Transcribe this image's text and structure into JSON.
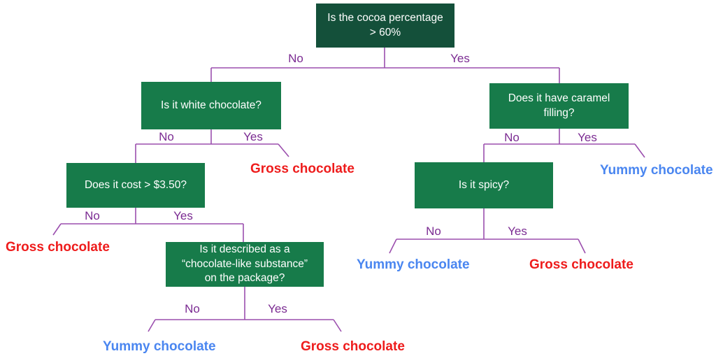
{
  "diagram_type": "decision-tree",
  "colors": {
    "background": "#ffffff",
    "node_fill_root": "#14503a",
    "node_fill": "#177b4a",
    "node_text": "#ffffff",
    "line": "#9b4fae",
    "branch_label": "#7b2b92",
    "leaf_yummy": "#4a86f0",
    "leaf_gross": "#ee1c1c"
  },
  "nodes": [
    {
      "id": "cocoa",
      "label": "Is the cocoa percentage\n> 60%"
    },
    {
      "id": "white",
      "label": "Is it white chocolate?"
    },
    {
      "id": "cost",
      "label": "Does it cost > $3.50?"
    },
    {
      "id": "describe",
      "label": "Is it described as a\n“chocolate-like substance”\non the package?"
    },
    {
      "id": "caramel",
      "label": "Does it have caramel\nfilling?"
    },
    {
      "id": "spicy",
      "label": "Is it spicy?"
    }
  ],
  "branch_labels": [
    "No",
    "Yes",
    "No",
    "Yes",
    "No",
    "Yes",
    "No",
    "Yes",
    "No",
    "Yes",
    "No",
    "Yes"
  ],
  "leaves": [
    {
      "label": "Gross chocolate",
      "type": "gross"
    },
    {
      "label": "Gross chocolate",
      "type": "gross"
    },
    {
      "label": "Yummy chocolate",
      "type": "yummy"
    },
    {
      "label": "Gross chocolate",
      "type": "gross"
    },
    {
      "label": "Yummy chocolate",
      "type": "yummy"
    },
    {
      "label": "Gross chocolate",
      "type": "gross"
    },
    {
      "label": "Yummy chocolate",
      "type": "yummy"
    }
  ],
  "edges": [
    {
      "from": "Is the cocoa percentage > 60%",
      "answer": "No",
      "to": "Is it white chocolate?"
    },
    {
      "from": "Is the cocoa percentage > 60%",
      "answer": "Yes",
      "to": "Does it have caramel filling?"
    },
    {
      "from": "Is it white chocolate?",
      "answer": "No",
      "to": "Does it cost > $3.50?"
    },
    {
      "from": "Is it white chocolate?",
      "answer": "Yes",
      "to": "Gross chocolate"
    },
    {
      "from": "Does it cost > $3.50?",
      "answer": "No",
      "to": "Gross chocolate"
    },
    {
      "from": "Does it cost > $3.50?",
      "answer": "Yes",
      "to": "Is it described as a “chocolate-like substance” on the package?"
    },
    {
      "from": "Is it described as a “chocolate-like substance” on the package?",
      "answer": "No",
      "to": "Yummy chocolate"
    },
    {
      "from": "Is it described as a “chocolate-like substance” on the package?",
      "answer": "Yes",
      "to": "Gross chocolate"
    },
    {
      "from": "Does it have caramel filling?",
      "answer": "No",
      "to": "Is it spicy?"
    },
    {
      "from": "Does it have caramel filling?",
      "answer": "Yes",
      "to": "Yummy chocolate"
    },
    {
      "from": "Is it spicy?",
      "answer": "No",
      "to": "Yummy chocolate"
    },
    {
      "from": "Is it spicy?",
      "answer": "Yes",
      "to": "Gross chocolate"
    }
  ]
}
